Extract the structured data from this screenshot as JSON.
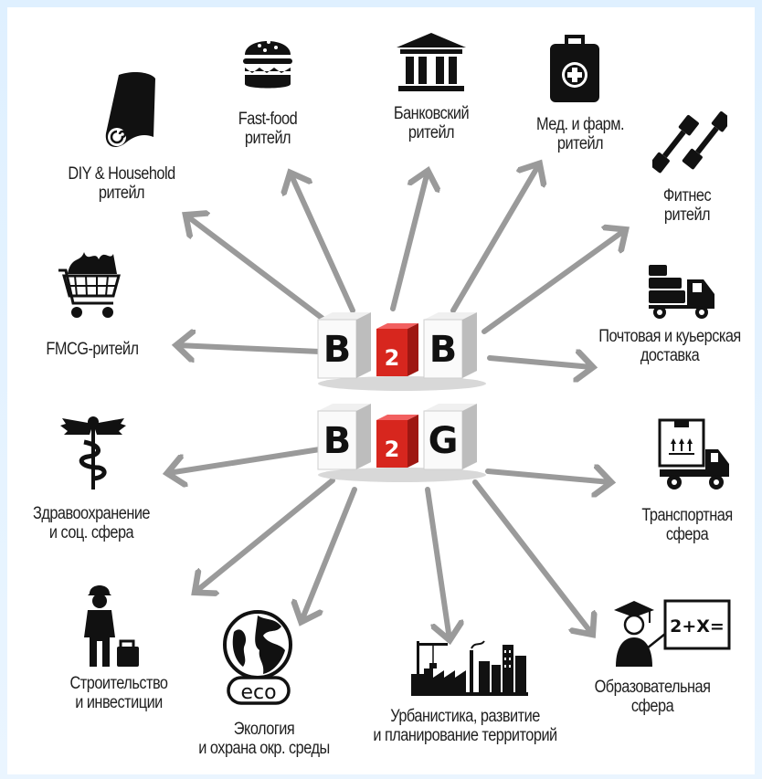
{
  "center": {
    "row1": [
      "B",
      "2",
      "B"
    ],
    "row2": [
      "B",
      "2",
      "G"
    ]
  },
  "sectors": {
    "fastfood": [
      "Fast-food",
      "ритейл"
    ],
    "bank": [
      "Банковский",
      "ритейл"
    ],
    "med": [
      "Мед. и фарм.",
      "ритейл"
    ],
    "fitness": [
      "Фитнес",
      "ритейл"
    ],
    "diy": [
      "DIY & Household",
      "ритейл"
    ],
    "fmcg": [
      "FMCG-ритейл"
    ],
    "post": [
      "Почтовая и куьерская",
      "доставка"
    ],
    "health": [
      "Здравоохранение",
      "и соц. сфера"
    ],
    "transport": [
      "Транспортная",
      "сфера"
    ],
    "construction": [
      "Строительство",
      "и инвестиции"
    ],
    "ecology": [
      "Экология",
      "и охрана окр. среды"
    ],
    "urban": [
      "Урбанистика, развитие",
      "и планирование территорий"
    ],
    "education": [
      "Образовательная",
      "сфера"
    ]
  },
  "icons": {
    "eco_text": "eco",
    "formula_text": "2+X="
  },
  "colors": {
    "arrow": "#9a9a9a",
    "icon": "#111111",
    "accent_cube": "#d7261e"
  }
}
